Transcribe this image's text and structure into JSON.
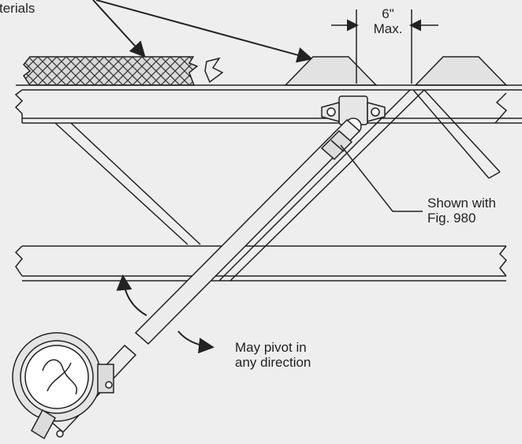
{
  "labels": {
    "materials": "terials",
    "max_dim": [
      "6\"",
      "Max."
    ],
    "shown_with": [
      "Shown with",
      "Fig. 980"
    ],
    "pivot": [
      "May pivot in",
      "any direction"
    ]
  },
  "colors": {
    "background": "#eeeeee",
    "line": "#222222",
    "hatch_fill": "#d9d9d9"
  }
}
